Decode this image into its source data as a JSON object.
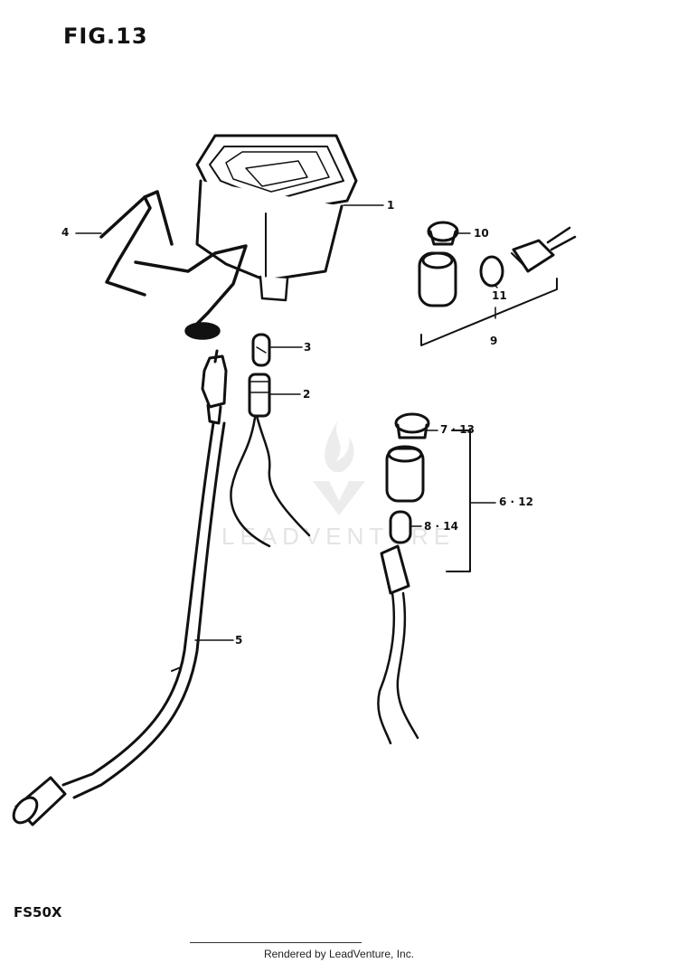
{
  "figure": {
    "title": "FIG.13",
    "model": "FS50X"
  },
  "callouts": {
    "c1": "1",
    "c2": "2",
    "c3": "3",
    "c4": "4",
    "c5": "5",
    "c6_12": "6 · 12",
    "c7_13": "7 · 13",
    "c8_14": "8 · 14",
    "c9": "9",
    "c10": "10",
    "c11": "11"
  },
  "watermark": {
    "text": "LEADVENTURE"
  },
  "footer": {
    "rendered_by": "Rendered by LeadVenture, Inc."
  },
  "colors": {
    "ink": "#111111",
    "watermark": "#e4e4e4",
    "background": "#ffffff"
  }
}
